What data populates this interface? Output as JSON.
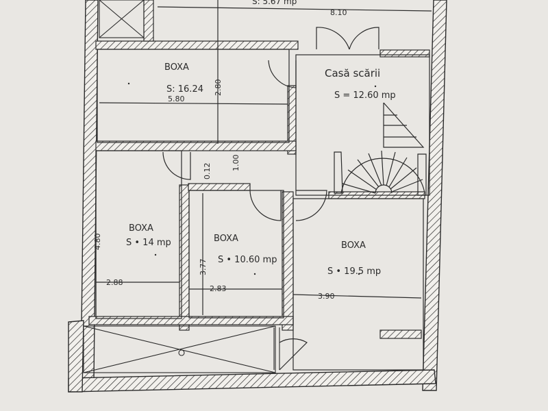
{
  "plan": {
    "rooms": [
      {
        "name": "BOXA",
        "area": "S: 16.24"
      },
      {
        "name": "Casă scării",
        "area": "S = 12.60 mp"
      },
      {
        "name": "BOXA",
        "area": "S • 14 mp"
      },
      {
        "name": "BOXA",
        "area": "S • 10.60 mp"
      },
      {
        "name": "BOXA",
        "area": "S • 19.5 mp"
      }
    ],
    "top_partial_label": "S: 5.67 mp",
    "dimensions": {
      "top_width": "8.10",
      "boxa1_width": "5.80",
      "boxa1_height": "2.80",
      "wall_012": "0.12",
      "door_100": "1.00",
      "left_height": "4.80",
      "boxa3_width": "2.88",
      "boxa4_width": "2.83",
      "boxa4_height": "3.77",
      "boxa5_width": "3.90"
    }
  },
  "colors": {
    "paper": "#e9e7e3",
    "ink": "#2a2a2a"
  }
}
